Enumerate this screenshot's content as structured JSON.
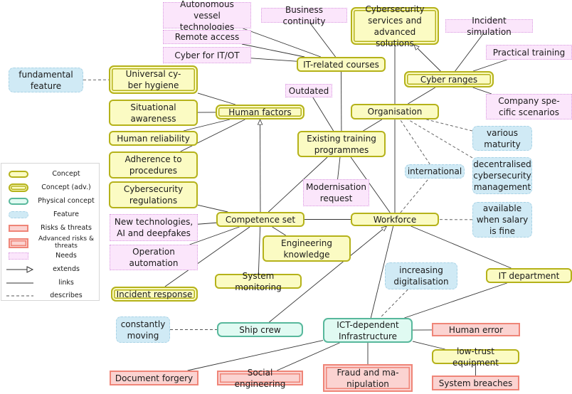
{
  "colors": {
    "concept_fill": "#fbfbc3",
    "concept_border": "#b5b21a",
    "physical_fill": "#e0faf2",
    "physical_border": "#58b89c",
    "feature_fill": "#d0eaf5",
    "feature_border": "#a9d3e6",
    "risk_fill": "#fbd3d1",
    "risk_border": "#ef8578",
    "need_fill": "#fbe6fb",
    "need_border": "#d99be0",
    "edge": "#333333"
  },
  "legend": {
    "items": [
      {
        "type": "concept",
        "label": "Concept"
      },
      {
        "type": "concept-adv",
        "label": "Concept (adv.)"
      },
      {
        "type": "physical",
        "label": "Physical concept"
      },
      {
        "type": "feature",
        "label": "Feature"
      },
      {
        "type": "risk",
        "label": "Risks & threats"
      },
      {
        "type": "risk-adv",
        "label": "Advanced risks & threats"
      },
      {
        "type": "need",
        "label": "Needs"
      },
      {
        "type": "extends",
        "label": "extends"
      },
      {
        "type": "links",
        "label": "links"
      },
      {
        "type": "describes",
        "label": "describes"
      }
    ]
  },
  "nodes": {
    "autonomous": {
      "label": "Autonomous\nvessel technologies",
      "type": "need"
    },
    "business": {
      "label": "Business continuity",
      "type": "need"
    },
    "cybersec_services": {
      "label": "Cybersecurity\nservices and\nadvanced solutions",
      "type": "concept-adv"
    },
    "incident_sim": {
      "label": "Incident simulation",
      "type": "need"
    },
    "remote": {
      "label": "Remote access",
      "type": "need"
    },
    "practical": {
      "label": "Practical training",
      "type": "need"
    },
    "cyber_itot": {
      "label": "Cyber for IT/OT",
      "type": "need"
    },
    "it_courses": {
      "label": "IT-related courses",
      "type": "concept"
    },
    "fundamental": {
      "label": "fundamental\nfeature",
      "type": "feature"
    },
    "hygiene": {
      "label": "Universal cy-\nber hygiene",
      "type": "concept-adv"
    },
    "cyber_ranges": {
      "label": "Cyber ranges",
      "type": "concept-adv"
    },
    "outdated": {
      "label": "Outdated",
      "type": "need"
    },
    "company_spec": {
      "label": "Company spe-\ncific scenarios",
      "type": "need"
    },
    "situational": {
      "label": "Situational\nawareness",
      "type": "concept"
    },
    "human_factors": {
      "label": "Human factors",
      "type": "concept-adv"
    },
    "organisation": {
      "label": "Organisation",
      "type": "concept"
    },
    "human_rel": {
      "label": "Human reliability",
      "type": "concept"
    },
    "existing": {
      "label": "Existing training\nprogrammes",
      "type": "concept"
    },
    "various": {
      "label": "various\nmaturity",
      "type": "feature"
    },
    "adherence": {
      "label": "Adherence to\nprocedures",
      "type": "concept"
    },
    "international": {
      "label": "international",
      "type": "feature"
    },
    "decentral": {
      "label": "decentralised\ncybersecurity\nmanagement",
      "type": "feature"
    },
    "regulations": {
      "label": "Cybersecurity\nregulations",
      "type": "concept"
    },
    "modernisation": {
      "label": "Modernisation\nrequest",
      "type": "need"
    },
    "new_tech": {
      "label": "New technologies,\nAI and deepfakes",
      "type": "need"
    },
    "competence": {
      "label": "Competence set",
      "type": "concept"
    },
    "workforce": {
      "label": "Workforce",
      "type": "concept"
    },
    "available": {
      "label": "available\nwhen salary\nis fine",
      "type": "feature"
    },
    "operation": {
      "label": "Operation\nautomation",
      "type": "need"
    },
    "engineering": {
      "label": "Engineering\nknowledge",
      "type": "concept"
    },
    "increasing": {
      "label": "increasing\ndigitalisation",
      "type": "feature"
    },
    "it_dept": {
      "label": "IT department",
      "type": "concept"
    },
    "sys_monitor": {
      "label": "System monitoring",
      "type": "concept"
    },
    "incident_resp": {
      "label": "Incident response",
      "type": "concept-adv"
    },
    "const_moving": {
      "label": "constantly\nmoving",
      "type": "feature"
    },
    "ship_crew": {
      "label": "Ship crew",
      "type": "physical"
    },
    "ict": {
      "label": "ICT-dependent\nInfrastructure",
      "type": "physical"
    },
    "human_error": {
      "label": "Human error",
      "type": "risk"
    },
    "low_trust": {
      "label": "low-trust equipment",
      "type": "concept"
    },
    "doc_forgery": {
      "label": "Document forgery",
      "type": "risk"
    },
    "social_eng": {
      "label": "Social engineering",
      "type": "risk-adv"
    },
    "fraud": {
      "label": "Fraud and ma-\nnipulation",
      "type": "risk-adv"
    },
    "sys_breach": {
      "label": "System breaches",
      "type": "risk"
    }
  },
  "edges": [
    {
      "from": "autonomous",
      "to": "it_courses",
      "kind": "links"
    },
    {
      "from": "remote",
      "to": "it_courses",
      "kind": "links"
    },
    {
      "from": "cyber_itot",
      "to": "it_courses",
      "kind": "links"
    },
    {
      "from": "business",
      "to": "it_courses",
      "kind": "links"
    },
    {
      "from": "it_courses",
      "to": "existing",
      "kind": "links"
    },
    {
      "from": "cybersec_services",
      "to": "workforce",
      "kind": "links"
    },
    {
      "from": "cyber_ranges",
      "to": "cybersec_services",
      "kind": "extends"
    },
    {
      "from": "incident_sim",
      "to": "cyber_ranges",
      "kind": "links"
    },
    {
      "from": "practical",
      "to": "cyber_ranges",
      "kind": "links"
    },
    {
      "from": "company_spec",
      "to": "cyber_ranges",
      "kind": "links"
    },
    {
      "from": "cyber_ranges",
      "to": "organisation",
      "kind": "links"
    },
    {
      "from": "fundamental",
      "to": "hygiene",
      "kind": "describes"
    },
    {
      "from": "hygiene",
      "to": "human_factors",
      "kind": "links"
    },
    {
      "from": "situational",
      "to": "human_factors",
      "kind": "links"
    },
    {
      "from": "human_rel",
      "to": "human_factors",
      "kind": "links"
    },
    {
      "from": "adherence",
      "to": "human_factors",
      "kind": "links"
    },
    {
      "from": "competence",
      "to": "human_factors",
      "kind": "extends"
    },
    {
      "from": "outdated",
      "to": "existing",
      "kind": "links"
    },
    {
      "from": "organisation",
      "to": "existing",
      "kind": "links"
    },
    {
      "from": "various",
      "to": "organisation",
      "kind": "describes"
    },
    {
      "from": "decentral",
      "to": "organisation",
      "kind": "describes"
    },
    {
      "from": "international",
      "to": "organisation",
      "kind": "describes"
    },
    {
      "from": "workforce",
      "to": "international",
      "kind": "describes"
    },
    {
      "from": "existing",
      "to": "competence",
      "kind": "links"
    },
    {
      "from": "existing",
      "to": "modernisation",
      "kind": "links"
    },
    {
      "from": "existing",
      "to": "workforce",
      "kind": "links"
    },
    {
      "from": "regulations",
      "to": "competence",
      "kind": "links"
    },
    {
      "from": "new_tech",
      "to": "competence",
      "kind": "links"
    },
    {
      "from": "operation",
      "to": "competence",
      "kind": "links"
    },
    {
      "from": "incident_resp",
      "to": "competence",
      "kind": "links"
    },
    {
      "from": "sys_monitor",
      "to": "competence",
      "kind": "links"
    },
    {
      "from": "engineering",
      "to": "competence",
      "kind": "links"
    },
    {
      "from": "competence",
      "to": "workforce",
      "kind": "links"
    },
    {
      "from": "available",
      "to": "workforce",
      "kind": "describes"
    },
    {
      "from": "workforce",
      "to": "it_dept",
      "kind": "links"
    },
    {
      "from": "ship_crew",
      "to": "workforce",
      "kind": "extends"
    },
    {
      "from": "ict",
      "to": "workforce",
      "kind": "links"
    },
    {
      "from": "increasing",
      "to": "ict",
      "kind": "describes"
    },
    {
      "from": "it_dept",
      "to": "ict",
      "kind": "links"
    },
    {
      "from": "const_moving",
      "to": "ship_crew",
      "kind": "describes"
    },
    {
      "from": "ict",
      "to": "human_error",
      "kind": "links"
    },
    {
      "from": "ict",
      "to": "low_trust",
      "kind": "links"
    },
    {
      "from": "ict",
      "to": "doc_forgery",
      "kind": "links"
    },
    {
      "from": "ict",
      "to": "social_eng",
      "kind": "links"
    },
    {
      "from": "ict",
      "to": "fraud",
      "kind": "links"
    },
    {
      "from": "low_trust",
      "to": "sys_breach",
      "kind": "links"
    }
  ]
}
